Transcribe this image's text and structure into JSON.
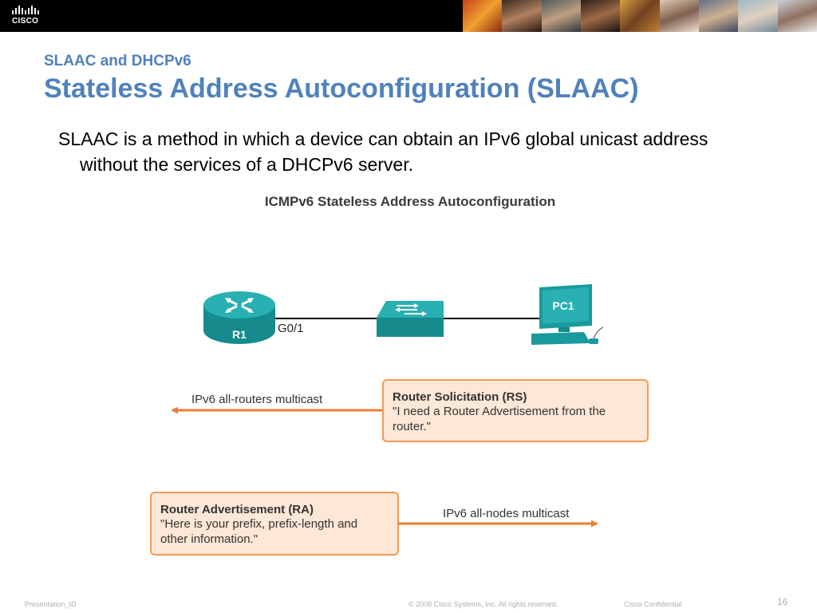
{
  "header": {
    "logo_text": "CISCO"
  },
  "slide": {
    "eyebrow": "SLAAC and DHCPv6",
    "title": "Stateless Address Autoconfiguration (SLAAC)",
    "body": "SLAAC is a method in which a device can obtain an IPv6 global unicast address without the services of a DHCPv6 server."
  },
  "diagram": {
    "title": "ICMPv6 Stateless Address Autoconfiguration",
    "router_label": "R1",
    "interface_label": "G0/1",
    "pc_label": "PC1",
    "rs_arrow_label": "IPv6 all-routers multicast",
    "rs_title": "Router Solicitation (RS)",
    "rs_line1": "\"I need a Router Advertisement from the",
    "rs_line2": "router.\"",
    "ra_title": "Router Advertisement (RA)",
    "ra_line1": "\"Here is your prefix, prefix-length and",
    "ra_line2": "other information.\"",
    "ra_arrow_label": "IPv6 all-nodes multicast"
  },
  "colors": {
    "accent_blue": "#4f81bd",
    "device_teal": "#1a9a9c",
    "callout_orange": "#f39a53",
    "arrow_orange": "#ee7d36"
  },
  "footer": {
    "left": "Presentation_ID",
    "copyright": "© 2008 Cisco Systems, Inc. All rights reserved.",
    "confidential": "Cisco Confidential",
    "page": "16"
  }
}
